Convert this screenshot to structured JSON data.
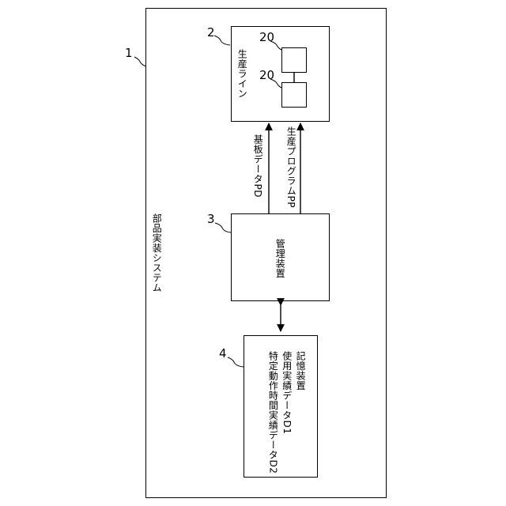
{
  "system": {
    "number": "1",
    "label": "部品実装システム"
  },
  "production_line": {
    "number": "2",
    "label": "生産ライン",
    "unit_number_top": "20",
    "unit_number_bottom": "20"
  },
  "management": {
    "number": "3",
    "label": "管理装置"
  },
  "storage": {
    "number": "4",
    "title": "記憶装置",
    "line1": "使用実績データD1",
    "line2": "特定動作時間実績データD2"
  },
  "links": {
    "board_data": "基板データPD",
    "production_program": "生産プログラムPP"
  }
}
